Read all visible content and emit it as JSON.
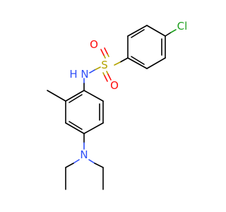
{
  "molecule": {
    "atom_labels": {
      "chlorine": "Cl",
      "sulfur": "S",
      "oxygen_top": "O",
      "oxygen_bottom": "O",
      "nitrogen_amide": "N",
      "hydrogen_amide": "H",
      "nitrogen_amine": "N"
    }
  },
  "colors": {
    "carbon": "#000000",
    "chlorine": "#1fa01f",
    "sulfur": "#b3a300",
    "oxygen": "#ff0d0d",
    "nitrogen": "#3050f8",
    "background": "#ffffff"
  }
}
